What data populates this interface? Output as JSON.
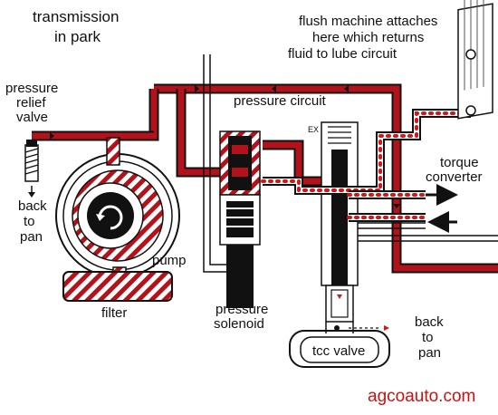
{
  "title": [
    "transmission",
    "in park"
  ],
  "flush_note": [
    "flush machine attaches",
    "here which returns",
    "fluid to lube circuit"
  ],
  "relief_valve": [
    "pressure",
    "relief",
    "valve"
  ],
  "back_to_pan_left": [
    "back",
    "to",
    "pan"
  ],
  "pressure_circuit": "pressure circuit",
  "torque_converter": [
    "torque",
    "converter"
  ],
  "pump": "pump",
  "filter": "filter",
  "pressure_solenoid": [
    "pressure",
    "solenoid"
  ],
  "back_to_pan_right": [
    "back",
    "to",
    "pan"
  ],
  "tcc_valve": "tcc valve",
  "exhaust_label": "EX",
  "brand": "agcoauto.com",
  "colors": {
    "pressure_fluid": "#b3121b",
    "lube_dots": "#d01818",
    "outline": "#111111",
    "brand": "#cc1111"
  }
}
